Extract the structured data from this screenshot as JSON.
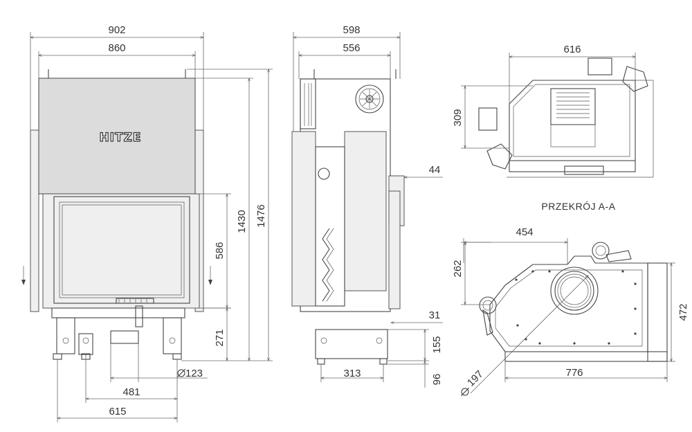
{
  "section_label": "PRZEKRÓJ A-A",
  "brand_logo_text": "HITZE",
  "front": {
    "width_outer": "902",
    "width_inner": "860",
    "height_total": "1476",
    "height_body": "1430",
    "door_height": "586",
    "base_height": "271",
    "flue_diameter": "123",
    "leg_span": "481",
    "base_width": "615"
  },
  "side": {
    "width_outer": "598",
    "width_inner": "556",
    "frame": "44",
    "offset": "31",
    "foot_height": "155",
    "leg_height": "96",
    "leg_span": "313"
  },
  "top_view": {
    "width": "616",
    "depth": "309"
  },
  "section": {
    "offset": "454",
    "height": "262",
    "depth": "472",
    "width": "776",
    "duct_diameter": "197"
  }
}
